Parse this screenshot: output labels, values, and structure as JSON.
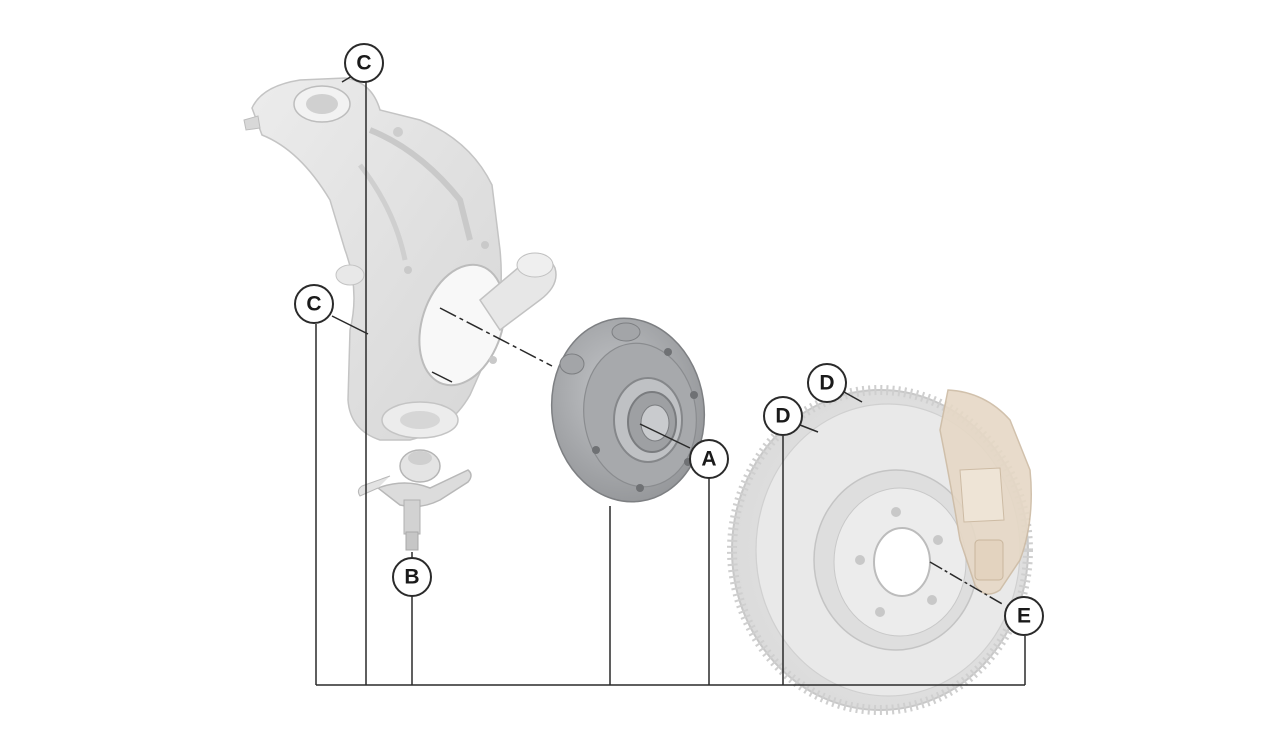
{
  "diagram": {
    "callouts": [
      {
        "id": "c-top",
        "label": "C"
      },
      {
        "id": "c-left",
        "label": "C"
      },
      {
        "id": "b",
        "label": "B"
      },
      {
        "id": "a",
        "label": "A"
      },
      {
        "id": "d-outer",
        "label": "D"
      },
      {
        "id": "d-inner",
        "label": "D"
      },
      {
        "id": "e",
        "label": "E"
      }
    ],
    "parts": [
      {
        "id": "knuckle",
        "icon": "steering-knuckle-icon"
      },
      {
        "id": "ball-joint",
        "icon": "ball-joint-icon"
      },
      {
        "id": "hub",
        "icon": "wheel-hub-bearing-icon"
      },
      {
        "id": "disc",
        "icon": "brake-disc-icon"
      },
      {
        "id": "caliper",
        "icon": "brake-caliper-icon"
      }
    ],
    "colors": {
      "line": "#2a2a2a",
      "knuckle": "#e2e2e2",
      "hub": "#a9abae",
      "disc": "#e4e4e4",
      "caliper": "#e6d8c6"
    }
  }
}
